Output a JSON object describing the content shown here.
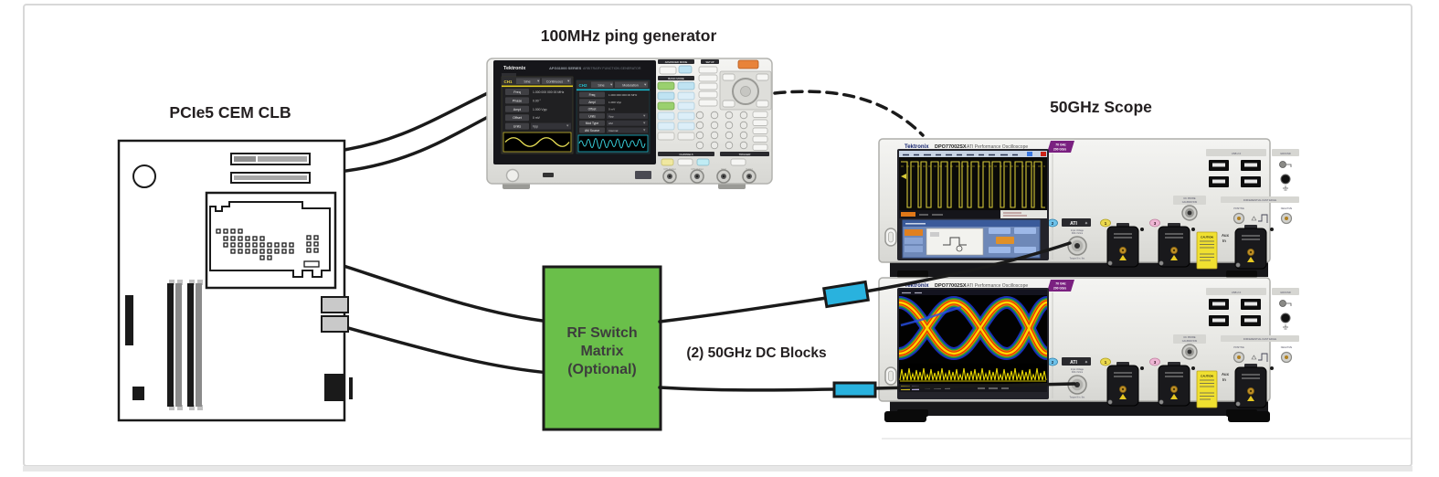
{
  "diagram": {
    "board_title": "PCIe5 CEM CLB",
    "generator_title": "100MHz ping generator",
    "scope_title": "50GHz Scope",
    "rf_switch": {
      "line1": "RF Switch",
      "line2": "Matrix",
      "line3": "(Optional)"
    },
    "dc_blocks_label": "(2) 50GHz DC Blocks"
  },
  "colors": {
    "rf_switch_green": "#6abf4a",
    "dc_block_cyan": "#29b2de",
    "cable_black": "#1a1a1a",
    "label_text": "#231f20",
    "scope_badge_purple": "#7a2080"
  },
  "generator": {
    "brand": "Tektronix",
    "series": "AFG31000 SERIES",
    "series_desc": "ARBITRARY FUNCTION GENERATOR",
    "sections": {
      "advanced": "ADVANCED MODE",
      "setup": "SETUP",
      "basic": "BASIC MODE",
      "channels": "CHANNELS",
      "trigger": "TRIGGER"
    },
    "ch1": {
      "name": "CH1",
      "wave": "Sine",
      "mode": "Continuous",
      "rows": [
        {
          "label": "Freq",
          "value": "1.000 000 000 00 MHz"
        },
        {
          "label": "Phase",
          "value": "0.00 °"
        },
        {
          "label": "Ampl",
          "value": "1.000 Vpp"
        },
        {
          "label": "Offset",
          "value": "0 mV"
        },
        {
          "label": "Units",
          "value": "Vpp"
        }
      ]
    },
    "ch2": {
      "name": "CH2",
      "wave": "Sine",
      "mode": "Modulation",
      "rows": [
        {
          "label": "Freq",
          "value": "1.000 000 000 00 MHz"
        },
        {
          "label": "Ampl",
          "value": "1.000 Vpp"
        },
        {
          "label": "Offset",
          "value": "0 mV"
        },
        {
          "label": "Units",
          "value": "Vpp"
        },
        {
          "label": "Mod Type",
          "value": "AM"
        },
        {
          "label": "AM Source",
          "value": "Internal"
        }
      ]
    },
    "outputs": {
      "ch1": "CH1 Output",
      "ch2": "CH2 Output",
      "trigger_in": "Input",
      "trigger_out": "Output"
    }
  },
  "scope": {
    "brand": "Tektronix",
    "model": "DPO77002SX",
    "desc": "ATI Performance Oscilloscope",
    "badge_top": "70 GHz",
    "badge_bottom": "200 GS/s",
    "usb": "USB 2.0",
    "ground": "GROUND",
    "dc_probe_1": "DC PROBE",
    "dc_probe_2": "CALIBRATION",
    "diff": "DIFFERENTIAL FAST EDGE",
    "positive": "POSITIVE",
    "negative": "NEGATIVE",
    "ati": "ATI",
    "ati_star": "✳",
    "input_voltage_1": "Input Voltage",
    "input_voltage_2": "300 mVrms",
    "torque": "Torque 8 in. lbs.",
    "ch2_badge": "2",
    "ch1_badge": "1",
    "ch3_badge": "3",
    "aux_1": "Aux",
    "aux_2": "In",
    "caution": "CAUTION"
  }
}
